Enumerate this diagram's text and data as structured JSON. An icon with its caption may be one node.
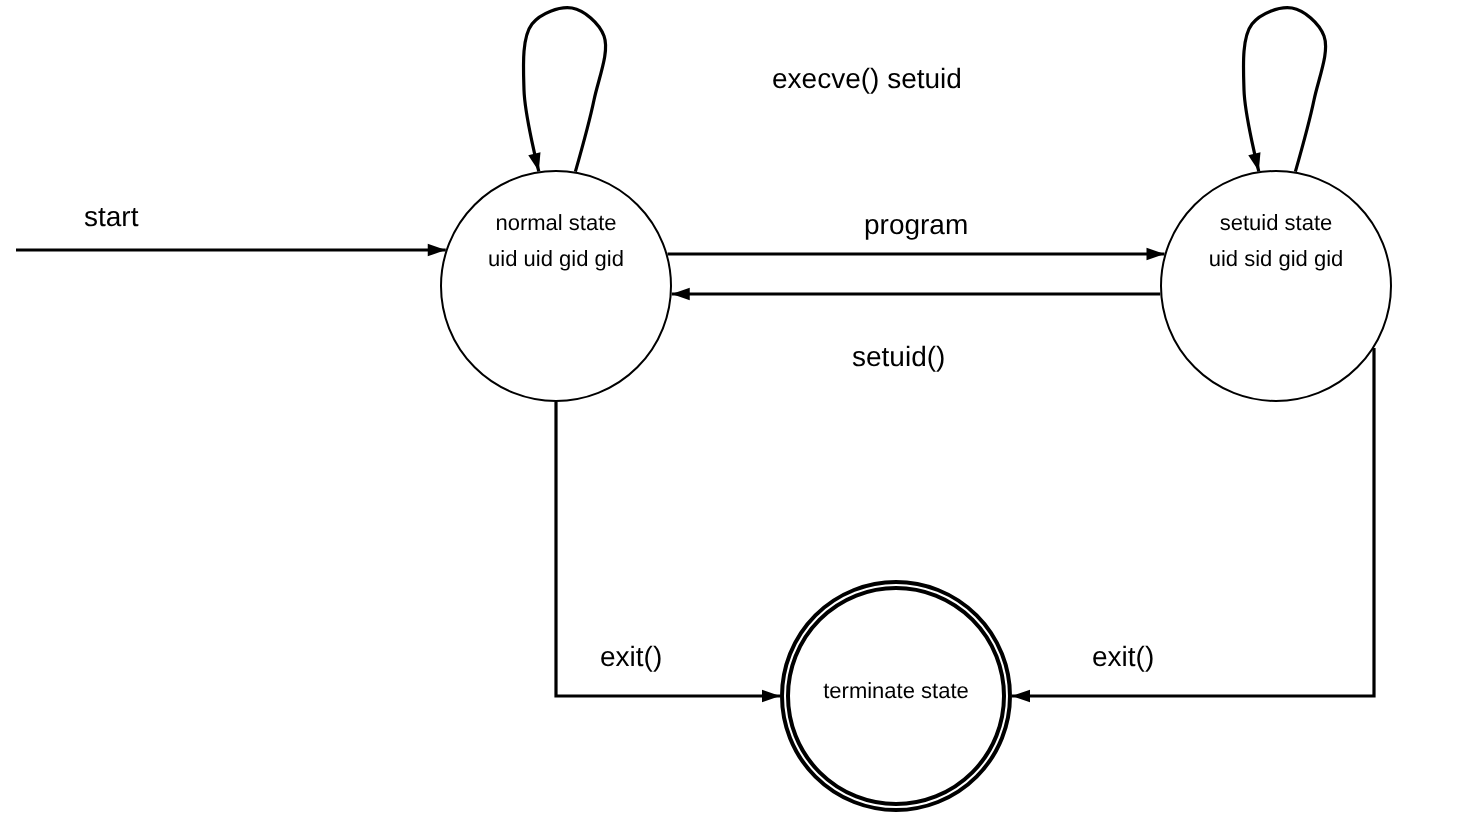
{
  "diagram": {
    "nodes": [
      {
        "text": [
          "normal state",
          "uid uid gid gid"
        ]
      },
      {
        "text": [
          "setuid state",
          "uid sid gid gid"
        ]
      },
      {
        "text": [
          "terminate state"
        ]
      }
    ],
    "edges": [
      {
        "from": null,
        "to": 0,
        "arrow": "to",
        "label": "start"
      },
      {
        "from": 0,
        "to": 0,
        "arrow": "to"
      },
      {
        "from": 0,
        "to": 1,
        "arrow": "to",
        "label": "program"
      },
      {
        "from": 1,
        "to": 0,
        "arrow": "to",
        "label": "setuid()"
      },
      {
        "from": 1,
        "to": 1,
        "arrow": "to"
      },
      {
        "from": 0,
        "to": 2,
        "arrow": "to",
        "label": "exit()"
      },
      {
        "from": 1,
        "to": 2,
        "arrow": "to",
        "label": "exit()"
      }
    ],
    "labels": [
      "execve() setuid"
    ]
  }
}
